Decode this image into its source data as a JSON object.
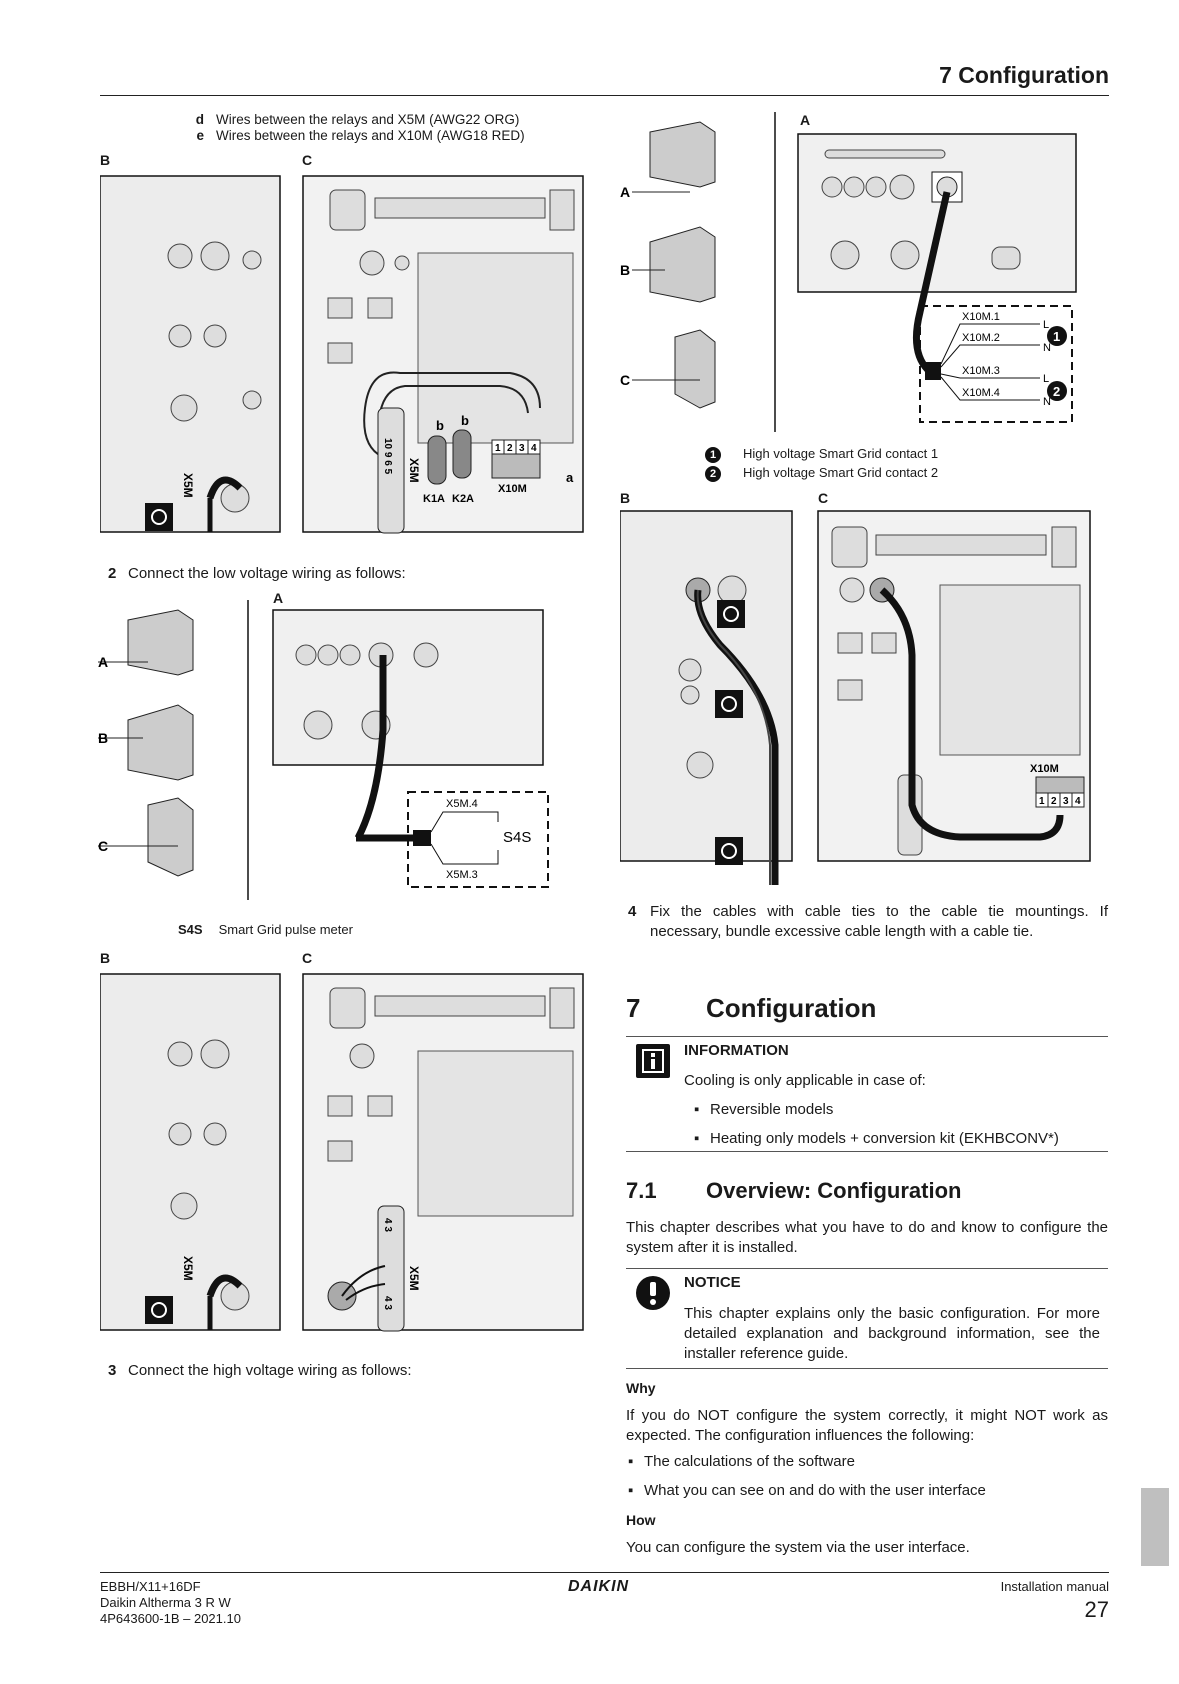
{
  "header": {
    "title": "7 Configuration"
  },
  "legend_de": [
    {
      "key": "d",
      "text": "Wires between the relays and X5M (AWG22 ORG)"
    },
    {
      "key": "e",
      "text": "Wires between the relays and X10M (AWG18 RED)"
    }
  ],
  "fig1": {
    "label_b": "B",
    "label_c": "C",
    "x5m_vertical": "X5M",
    "strip_x5m": "X5M",
    "strip_pins": "10 9 6 5",
    "relay_b1": "b",
    "relay_b2": "b",
    "relay_k1": "K1A",
    "relay_k2": "K2A",
    "x10m_pins": [
      "1",
      "2",
      "3",
      "4"
    ],
    "x10m_label": "X10M",
    "label_a": "a"
  },
  "step2": {
    "num": "2",
    "text": "Connect the low voltage wiring as follows:"
  },
  "fig2": {
    "views": [
      "A",
      "B",
      "C"
    ],
    "label_a": "A",
    "x5m4": "X5M.4",
    "x5m3": "X5M.3",
    "s4s": "S4S"
  },
  "legend_s4s": {
    "key": "S4S",
    "text": "Smart Grid pulse meter"
  },
  "fig3": {
    "label_b": "B",
    "label_c": "C",
    "x5m_vertical": "X5M",
    "x5m_right": "X5M",
    "pins_top": "4 3",
    "pins_bot": "4 3"
  },
  "step3": {
    "num": "3",
    "text": "Connect the high voltage wiring as follows:"
  },
  "fig4": {
    "views": [
      "A",
      "B",
      "C"
    ],
    "label_a": "A",
    "terms": [
      "X10M.1",
      "X10M.2",
      "X10M.3",
      "X10M.4"
    ],
    "ln": [
      "L",
      "N",
      "L",
      "N"
    ],
    "badges": [
      "1",
      "2"
    ]
  },
  "legend_contacts": [
    {
      "num": "1",
      "text": "High voltage Smart Grid contact 1"
    },
    {
      "num": "2",
      "text": "High voltage Smart Grid contact 2"
    }
  ],
  "fig5": {
    "label_b": "B",
    "label_c": "C",
    "x10m_label": "X10M",
    "pins": [
      "1",
      "2",
      "3",
      "4"
    ]
  },
  "step4": {
    "num": "4",
    "text": "Fix the cables with cable ties to the cable tie mountings. If necessary, bundle excessive cable length with a cable tie."
  },
  "section7": {
    "num": "7",
    "title": "Configuration"
  },
  "info": {
    "heading": "INFORMATION",
    "text": "Cooling is only applicable in case of:",
    "bullets": [
      "Reversible models",
      "Heating only models + conversion kit (EKHBCONV*)"
    ]
  },
  "section71": {
    "num": "7.1",
    "title": "Overview: Configuration"
  },
  "overview_text": "This chapter describes what you have to do and know to configure the system after it is installed.",
  "notice": {
    "heading": "NOTICE",
    "text": "This chapter explains only the basic configuration. For more detailed explanation and background information, see the installer reference guide."
  },
  "why": {
    "heading": "Why",
    "text": "If you do NOT configure the system correctly, it might NOT work as expected. The configuration influences the following:",
    "bullets": [
      "The calculations of the software",
      "What you can see on and do with the user interface"
    ]
  },
  "how": {
    "heading": "How",
    "text": "You can configure the system via the user interface."
  },
  "footer": {
    "left": [
      "EBBH/X11+16DF",
      "Daikin Altherma 3 R W",
      "4P643600-1B – 2021.10"
    ],
    "brand": "DAIKIN",
    "right_label": "Installation manual",
    "page": "27"
  }
}
